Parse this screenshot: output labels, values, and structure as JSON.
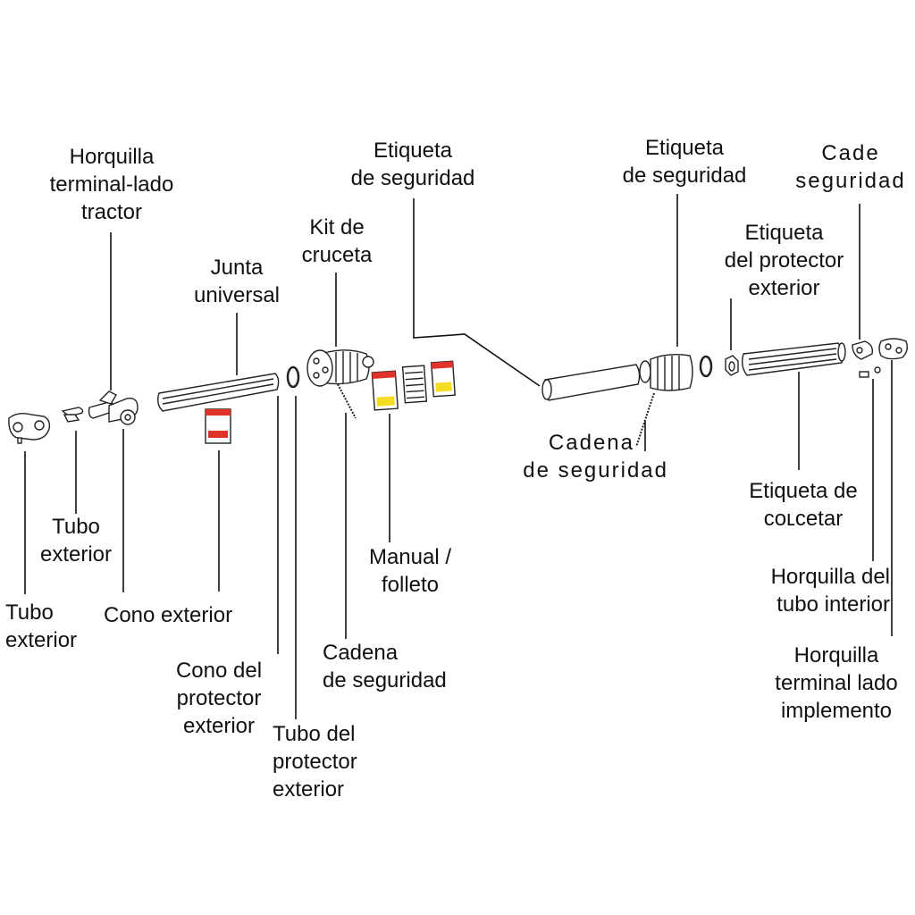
{
  "diagram": {
    "title": "Exploded view of PTO drive shaft parts",
    "labels": {
      "yoke_tractor": [
        "Horquilla",
        "terminal-lado",
        "tractor"
      ],
      "universal_joint": [
        "Junta",
        "universal"
      ],
      "cross_kit": [
        "Kit de",
        "cruceta"
      ],
      "safety_label_left": [
        "Etiqueta",
        "de seguridad"
      ],
      "safety_label_right": [
        "Etiqueta",
        "de seguridad"
      ],
      "chain_top_right": [
        "Cade",
        "seguridad"
      ],
      "outer_guard_label": [
        "Etiqueta",
        "del protector",
        "exterior"
      ],
      "outer_tube_mid": [
        "Tubo",
        "exterior"
      ],
      "outer_tube_left": [
        "Tubo",
        "exterior"
      ],
      "outer_cone": [
        "Cono exterior"
      ],
      "outer_guard_cone": [
        "Cono del",
        "protector",
        "exterior"
      ],
      "outer_guard_tube": [
        "Tubo del",
        "protector",
        "exterior"
      ],
      "manual": [
        "Manual /",
        "folleto"
      ],
      "safety_chain_left": [
        "Cadena",
        "de seguridad"
      ],
      "safety_chain_mid": [
        "Cadena",
        "de seguridad"
      ],
      "hookup_label": [
        "Etiqueta de",
        "coʟcetar"
      ],
      "inner_tube_yoke": [
        "Horquilla del",
        "tubo interior"
      ],
      "yoke_implement": [
        "Horquilla",
        "terminal lado",
        "implemento"
      ]
    },
    "colors": {
      "line": "#111111",
      "label_red": "#e0332b",
      "label_yellow": "#f4dd22"
    }
  }
}
